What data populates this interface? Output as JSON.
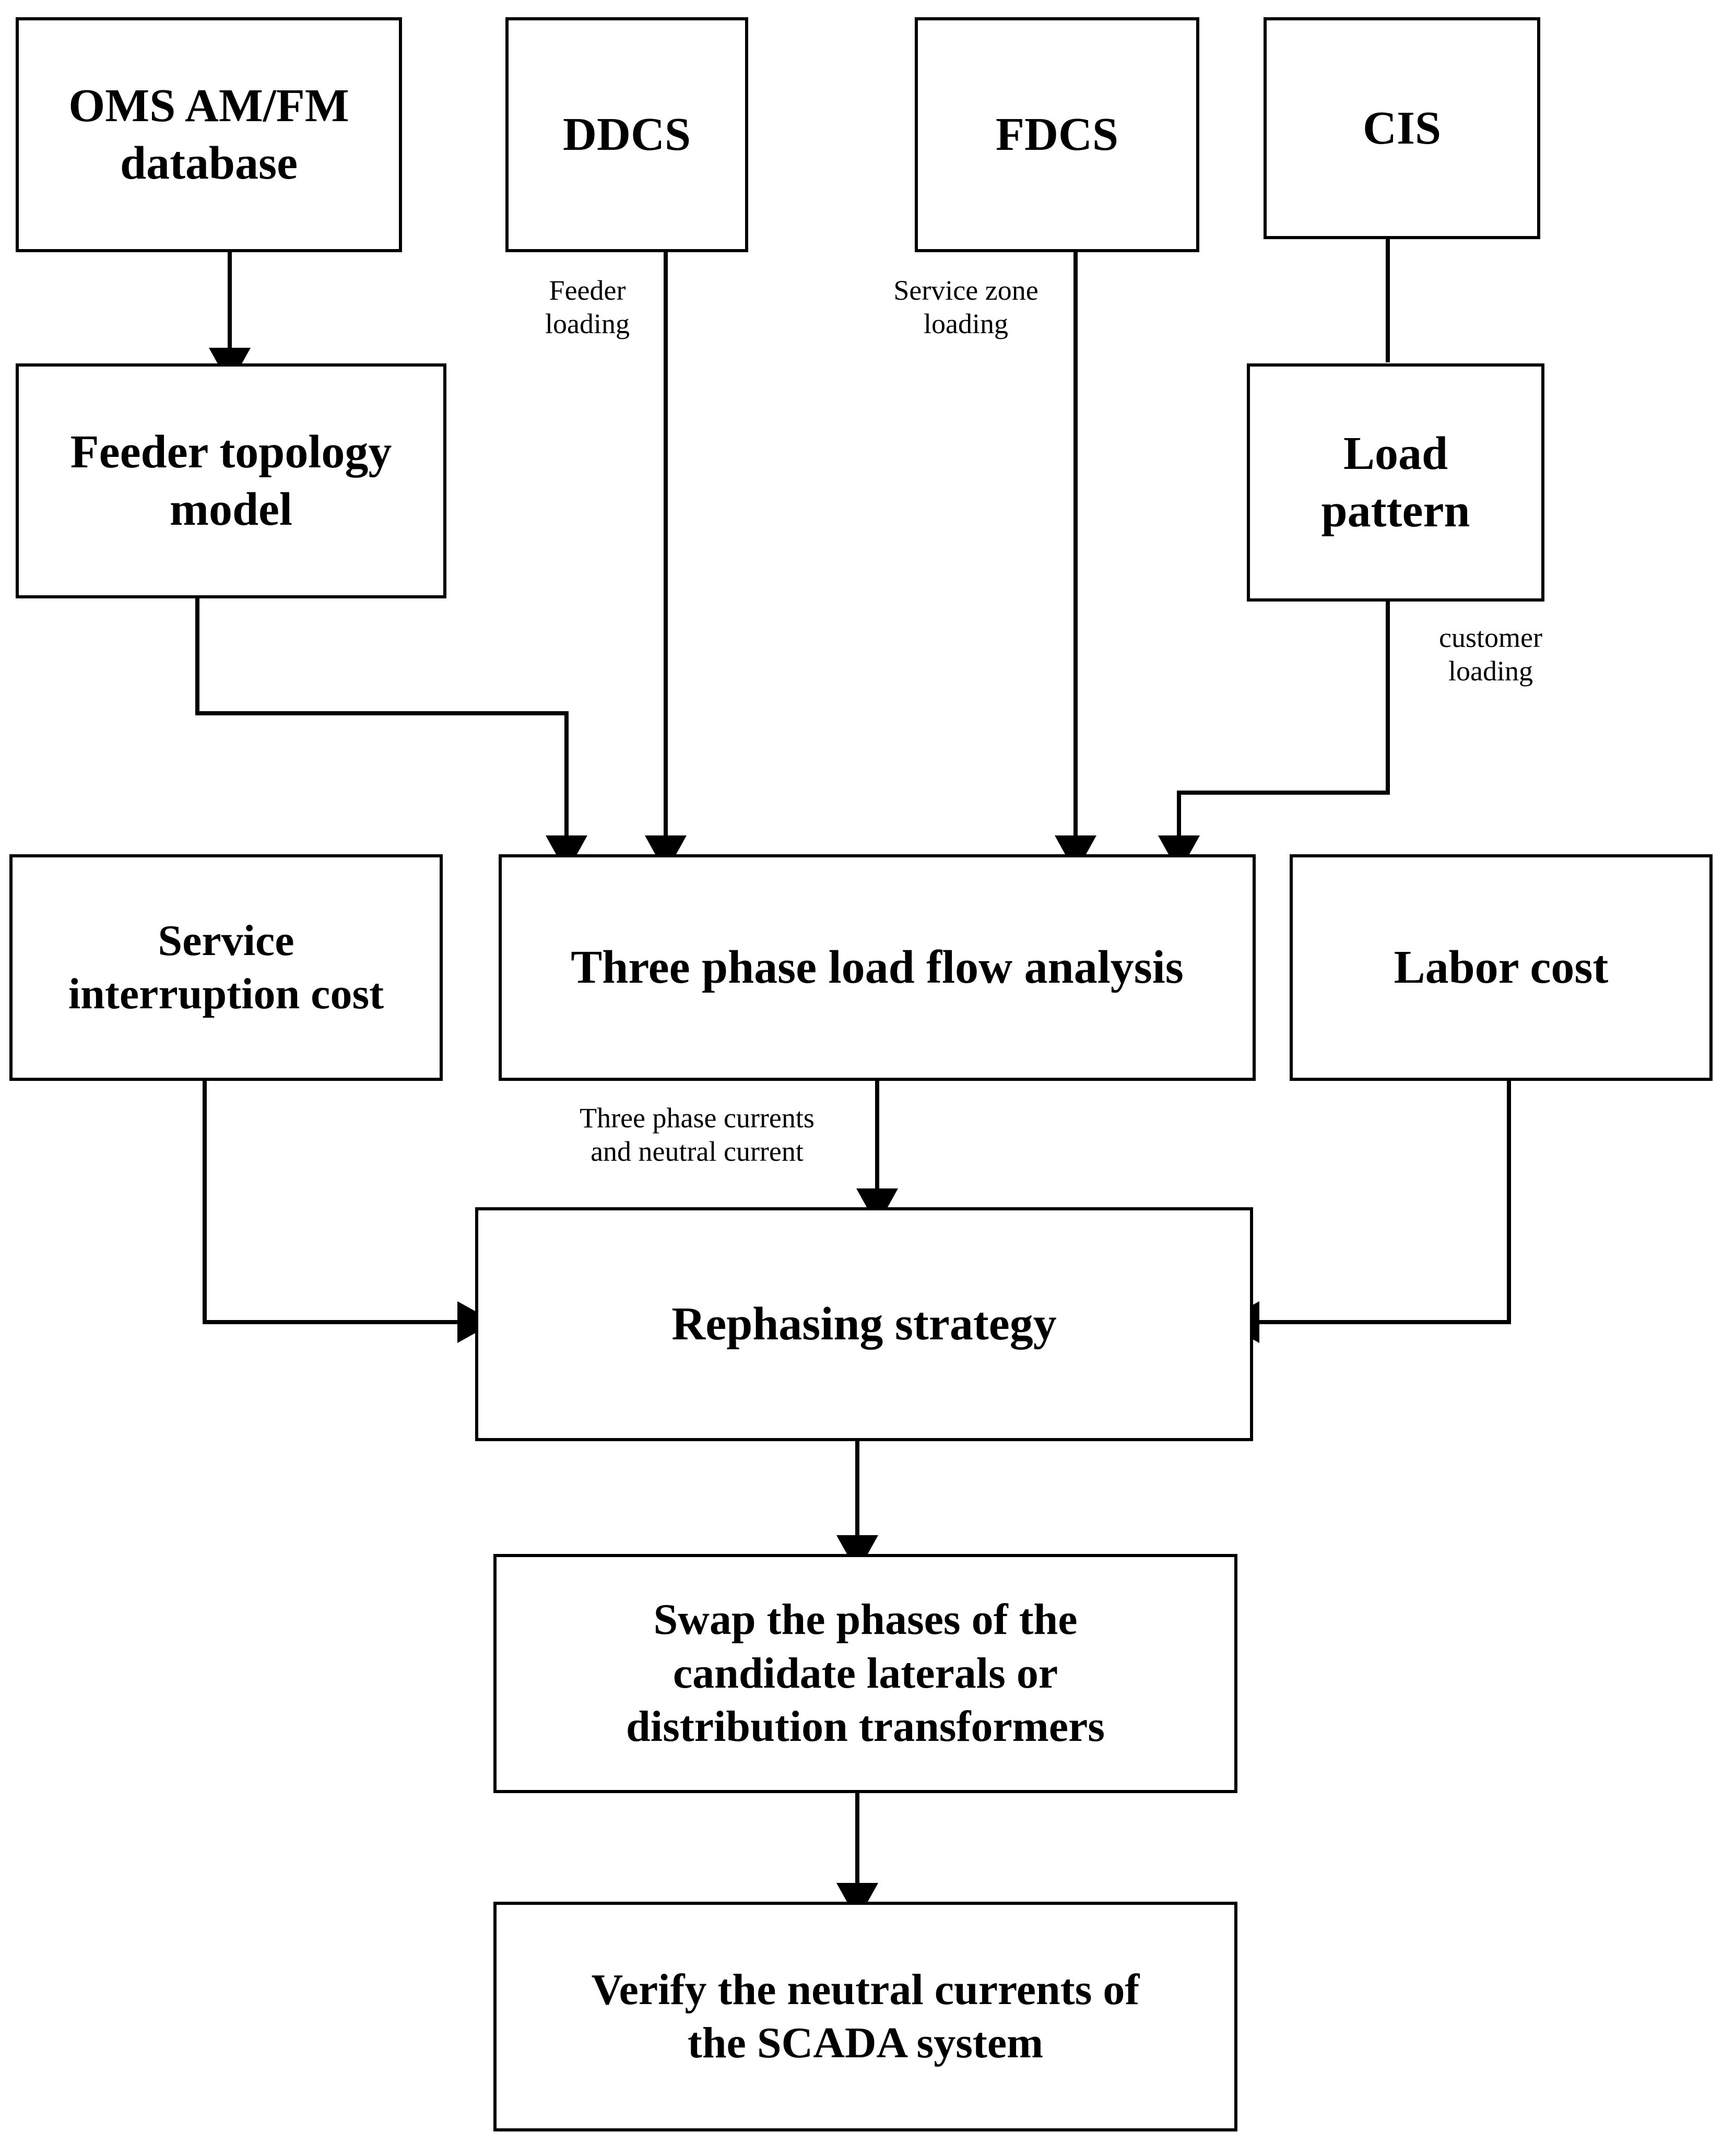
{
  "diagram": {
    "title": "Rephasing strategy flowchart",
    "stroke_color": "#000000",
    "background_color": "#ffffff",
    "nodes": [
      {
        "id": "oms",
        "label": "OMS AM/FM\ndatabase"
      },
      {
        "id": "ddcs",
        "label": "DDCS"
      },
      {
        "id": "fdcs",
        "label": "FDCS"
      },
      {
        "id": "cis",
        "label": "CIS"
      },
      {
        "id": "feeder",
        "label": "Feeder topology\nmodel"
      },
      {
        "id": "loadpat",
        "label": "Load\npattern"
      },
      {
        "id": "sic",
        "label": "Service\ninterruption cost"
      },
      {
        "id": "tplf",
        "label": "Three phase load flow analysis"
      },
      {
        "id": "labor",
        "label": "Labor cost"
      },
      {
        "id": "rephasing",
        "label": "Rephasing strategy"
      },
      {
        "id": "swap",
        "label": "Swap the phases of the\ncandidate laterals or\ndistribution transformers"
      },
      {
        "id": "verify",
        "label": "Verify the neutral currents of\nthe SCADA system"
      }
    ],
    "edge_labels": [
      {
        "id": "feeder-loading",
        "text": "Feeder\nloading"
      },
      {
        "id": "service-zone",
        "text": "Service zone\nloading"
      },
      {
        "id": "customer-loading",
        "text": "customer\nloading"
      },
      {
        "id": "three-phase-currents",
        "text": "Three phase currents\nand neutral current"
      }
    ],
    "edges": [
      {
        "from": "oms",
        "to": "feeder",
        "label": ""
      },
      {
        "from": "ddcs",
        "to": "tplf",
        "label": "Feeder loading"
      },
      {
        "from": "fdcs",
        "to": "tplf",
        "label": "Service zone loading"
      },
      {
        "from": "cis",
        "to": "loadpat",
        "label": ""
      },
      {
        "from": "feeder",
        "to": "tplf",
        "label": ""
      },
      {
        "from": "loadpat",
        "to": "tplf",
        "label": "customer loading"
      },
      {
        "from": "sic",
        "to": "rephasing",
        "label": ""
      },
      {
        "from": "tplf",
        "to": "rephasing",
        "label": "Three phase currents and neutral current"
      },
      {
        "from": "labor",
        "to": "rephasing",
        "label": ""
      },
      {
        "from": "rephasing",
        "to": "swap",
        "label": ""
      },
      {
        "from": "swap",
        "to": "verify",
        "label": ""
      }
    ]
  }
}
